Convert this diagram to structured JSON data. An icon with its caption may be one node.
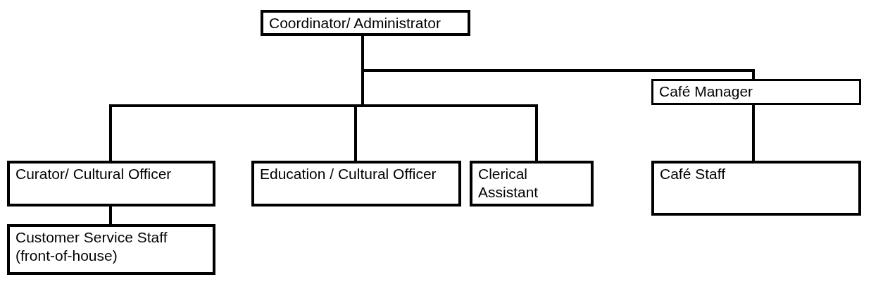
{
  "diagram": {
    "nodes": [
      {
        "text": [
          "Coordinator/ Administrator"
        ]
      },
      {
        "text": [
          "Café Manager"
        ]
      },
      {
        "text": [
          "Curator/ Cultural Officer"
        ]
      },
      {
        "text": [
          "Education / Cultural Officer"
        ]
      },
      {
        "text": [
          "Clerical Assistant"
        ]
      },
      {
        "text": [
          "Café Staff"
        ]
      },
      {
        "text": [
          "Customer Service Staff (front-of-house)"
        ]
      }
    ],
    "edges": [
      {
        "from": 0,
        "to": 1,
        "arrow": "none"
      },
      {
        "from": 0,
        "to": 2,
        "arrow": "none"
      },
      {
        "from": 0,
        "to": 3,
        "arrow": "none"
      },
      {
        "from": 0,
        "to": 4,
        "arrow": "none"
      },
      {
        "from": 1,
        "to": 5,
        "arrow": "none"
      },
      {
        "from": 2,
        "to": 6,
        "arrow": "none"
      }
    ]
  }
}
